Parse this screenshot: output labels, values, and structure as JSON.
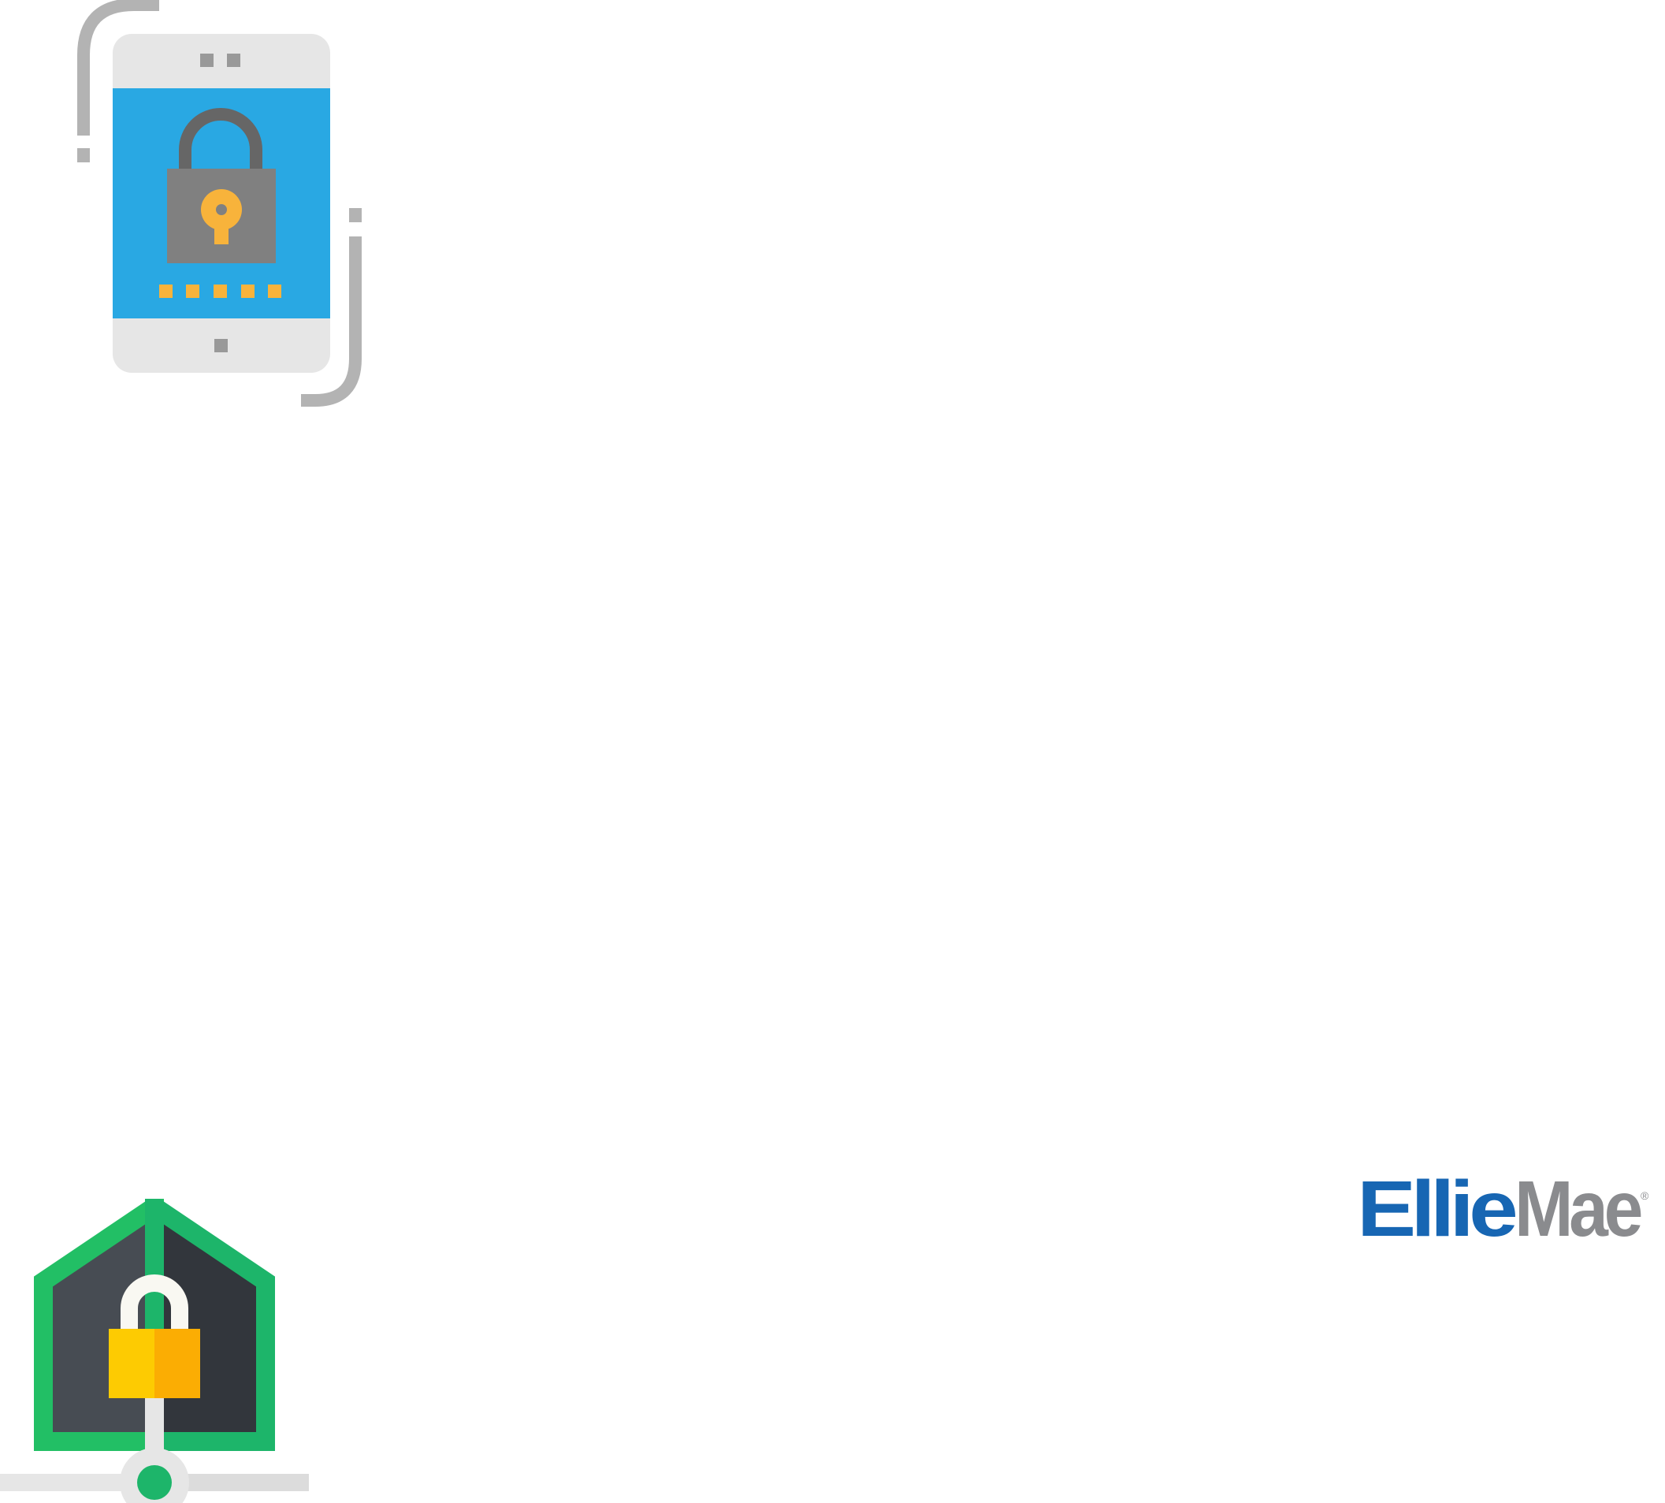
{
  "brand": {
    "logo_text_part1": "Ellie",
    "logo_text_part2": "Mae",
    "registered_mark": "®"
  },
  "colors": {
    "background": "#ffffff",
    "phone_body": "#e6e6e6",
    "phone_screen": "#29a8e3",
    "phone_frame_arcs": "#b3b3b3",
    "padlock_body": "#808080",
    "padlock_shackle": "#666666",
    "keyhole": "#f8b33b",
    "pin_dots": "#f8b33b",
    "house_outline": "#22bf65",
    "house_fill_left": "#474c53",
    "house_fill_right": "#32363c",
    "house_padlock_left": "#fdcb02",
    "house_padlock_right": "#fbad03",
    "house_shackle": "#f9f8f2",
    "network_line": "#e6e6e6",
    "network_node": "#1db56a",
    "logo_blue": "#1766b3",
    "logo_gray": "#8a8b8e"
  },
  "icons": [
    "mobile-lock-icon",
    "home-network-lock-icon",
    "elliemae-logo"
  ]
}
